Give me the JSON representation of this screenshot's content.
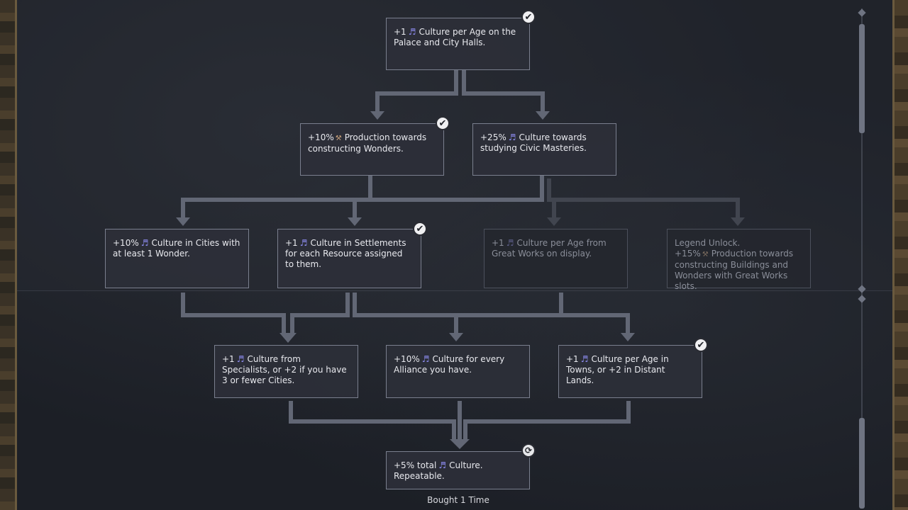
{
  "nodes": {
    "n1": {
      "prefix": "+1",
      "icon": "culture-icon",
      "text": "Culture per Age on the Palace and City Halls.",
      "status": "purchased"
    },
    "n2a": {
      "prefix": "+10%",
      "icon": "production-icon",
      "text": "Production towards constructing Wonders.",
      "status": "purchased"
    },
    "n2b": {
      "prefix": "+25%",
      "icon": "culture-icon",
      "text": "Culture towards studying Civic Masteries.",
      "status": "available"
    },
    "n3a": {
      "prefix": "+10%",
      "icon": "culture-icon",
      "text": "Culture in Cities with at least 1 Wonder.",
      "status": "available"
    },
    "n3b": {
      "prefix": "+1",
      "icon": "culture-icon",
      "text": "Culture in Settlements for each Resource assigned to them.",
      "status": "purchased"
    },
    "n3c": {
      "prefix": "+1",
      "icon": "culture-icon",
      "text": "Culture per Age from Great Works on display.",
      "status": "locked"
    },
    "n3d": {
      "prefix": "Legend Unlock. +15%",
      "icon": "production-icon",
      "text": "Production towards constructing Buildings and Wonders with Great Works slots.",
      "status": "locked"
    },
    "n4a": {
      "prefix": "+1",
      "icon": "culture-icon",
      "text": "Culture from Specialists, or +2 if you have 3 or fewer Cities.",
      "status": "available"
    },
    "n4b": {
      "prefix": "+10%",
      "icon": "culture-icon",
      "text": "Culture for every Alliance you have.",
      "status": "available"
    },
    "n4c": {
      "prefix": "+1",
      "icon": "culture-icon",
      "text": "Culture per Age in Towns, or +2 in Distant Lands.",
      "status": "purchased"
    },
    "n5": {
      "prefix": "+5% total",
      "icon": "culture-icon",
      "text": "Culture. Repeatable.",
      "status": "repeatable"
    }
  },
  "glyphs": {
    "culture": "♬",
    "production": "⚒",
    "check": "✔",
    "repeat": "⟳"
  },
  "footer": {
    "bought_label": "Bought 1 Time"
  },
  "colors": {
    "connector": "#626775",
    "connector_locked": "#41454f",
    "culture_icon": "#8d8cf0"
  }
}
